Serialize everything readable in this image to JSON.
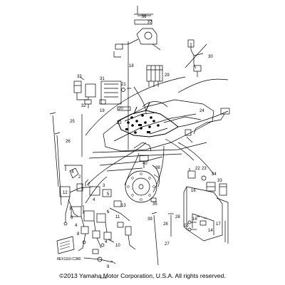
{
  "diagram": {
    "part_labels": {
      "p1": "1",
      "p2": "2",
      "p3": "3",
      "p4": "4",
      "p5": "5",
      "p6": "6",
      "p7": "7",
      "p8": "8",
      "p9": "9",
      "p10": "10",
      "p11": "11",
      "p12": "12",
      "p13": "13",
      "p14": "14",
      "p15": "15",
      "p16": "16",
      "p17": "17",
      "p18": "18",
      "p19": "19",
      "p20": "20",
      "p21": "21",
      "p22": "22",
      "p23": "23",
      "p24": "24",
      "p25": "25",
      "p26": "26",
      "p27": "27",
      "p28": "28",
      "p29": "29",
      "p30": "30",
      "p31": "31",
      "p32": "32",
      "p33": "33",
      "p34": "34",
      "p35": "35",
      "p36": "36",
      "p37": "37",
      "p38": "38",
      "p39": "39",
      "p40": "40"
    },
    "diagram_code": "8EX1110-C380"
  },
  "footer": {
    "copyright": "©2013 Yamaha Motor Corporation, U.S.A. All rights reserved."
  }
}
